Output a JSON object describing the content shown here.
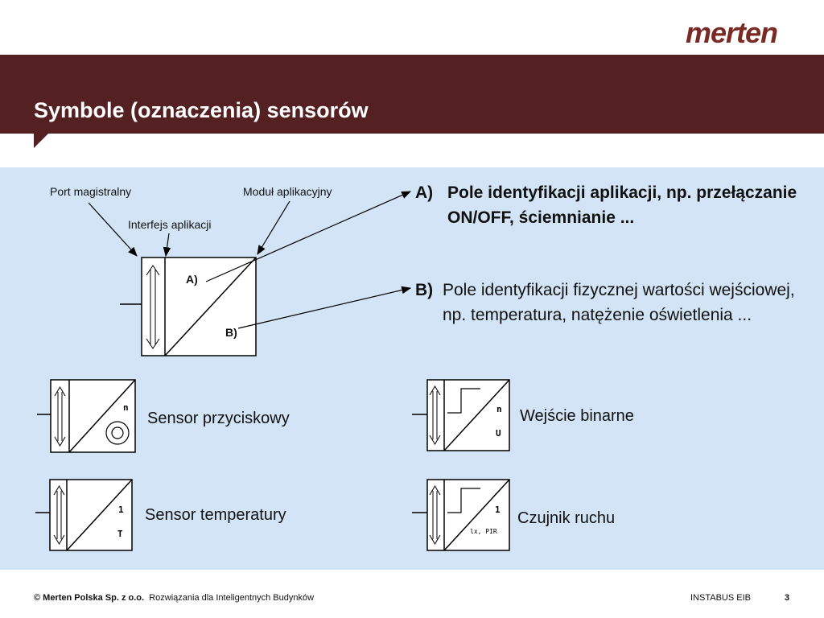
{
  "brand": {
    "logo_text": "merten",
    "color": "#7a2a25",
    "band_color": "#552022",
    "content_bg": "#d2e4f5"
  },
  "slide": {
    "title": "Symbole (oznaczenia) sensorów"
  },
  "diagram": {
    "label_port": "Port magistralny",
    "label_module": "Moduł aplikacyjny",
    "label_interface": "Interfejs aplikacji",
    "label_a": "A)",
    "label_b": "B)"
  },
  "descriptions": {
    "a_marker": "A)",
    "a_text": "Pole identyfikacji aplikacji, np. przełączanie ON/OFF, ściemnianie ...",
    "b_marker": "B)",
    "b_text": "Pole identyfikacji fizycznej wartości wejściowej, np. temperatura, natężenie oświetlenia ..."
  },
  "symbols": {
    "push": {
      "label": "Sensor przyciskowy",
      "top_glyph": "n"
    },
    "temp": {
      "label": "Sensor temperatury",
      "top_glyph": "1",
      "bottom_glyph": "T"
    },
    "binary": {
      "label": "Wejście binarne",
      "top_glyph": "n",
      "bottom_glyph": "U"
    },
    "motion": {
      "label": "Czujnik ruchu",
      "top_glyph": "1",
      "bottom_glyph": "lx, PIR"
    }
  },
  "footer": {
    "company": "© Merten Polska Sp. z o.o.",
    "tagline": "Rozwiązania dla Inteligentnych Budynków",
    "product": "INSTABUS EIB",
    "page": "3"
  }
}
